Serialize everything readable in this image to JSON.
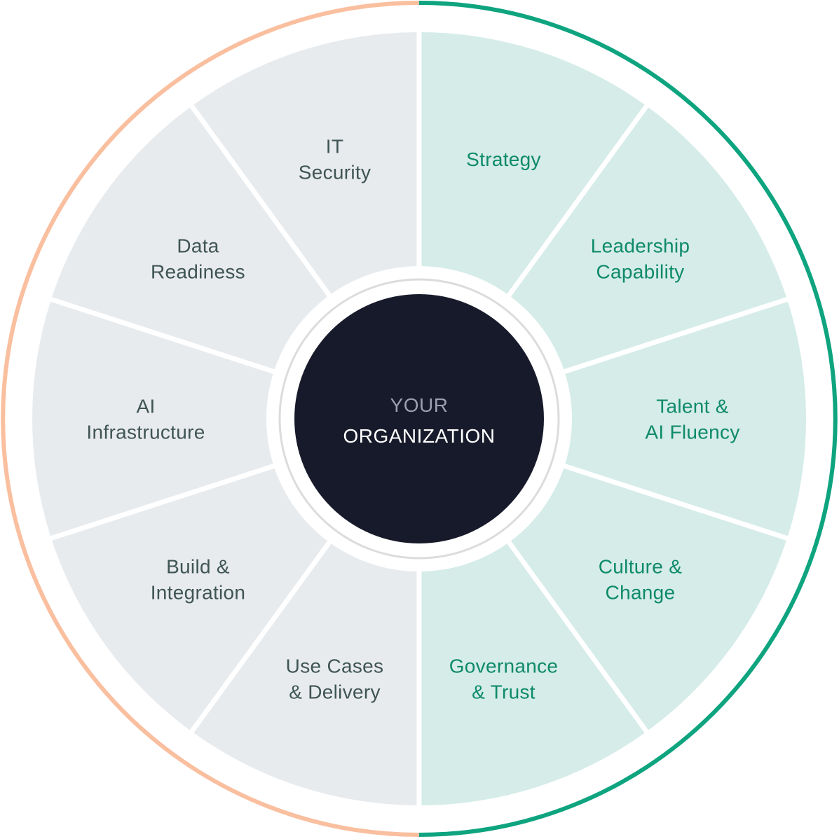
{
  "center": {
    "line1": "YOUR",
    "line2": "ORGANIZATION"
  },
  "colors": {
    "left_ring": "#f9bf9f",
    "right_ring": "#0ea47f",
    "left_fill": "#e8ebee",
    "right_fill": "#d5ece8",
    "left_text": "#3f5553",
    "right_text": "#0e8a6a",
    "hub_fill": "#171a2a",
    "hub_ring": "#dcdcdc",
    "hub_text_dim": "#9aa0ad",
    "hub_text_bright": "#ffffff"
  },
  "segments": [
    {
      "id": "strategy",
      "side": "right",
      "lines": [
        "Strategy"
      ]
    },
    {
      "id": "leadership",
      "side": "right",
      "lines": [
        "Leadership",
        "Capability"
      ]
    },
    {
      "id": "talent",
      "side": "right",
      "lines": [
        "Talent &",
        "AI Fluency"
      ]
    },
    {
      "id": "culture",
      "side": "right",
      "lines": [
        "Culture &",
        "Change"
      ]
    },
    {
      "id": "governance",
      "side": "right",
      "lines": [
        "Governance",
        "& Trust"
      ]
    },
    {
      "id": "use-cases",
      "side": "left",
      "lines": [
        "Use Cases",
        "& Delivery"
      ]
    },
    {
      "id": "build",
      "side": "left",
      "lines": [
        "Build &",
        "Integration"
      ]
    },
    {
      "id": "infrastructure",
      "side": "left",
      "lines": [
        "AI",
        "Infrastructure"
      ]
    },
    {
      "id": "data",
      "side": "left",
      "lines": [
        "Data",
        "Readiness"
      ]
    },
    {
      "id": "it-security",
      "side": "left",
      "lines": [
        "IT",
        "Security"
      ]
    }
  ]
}
